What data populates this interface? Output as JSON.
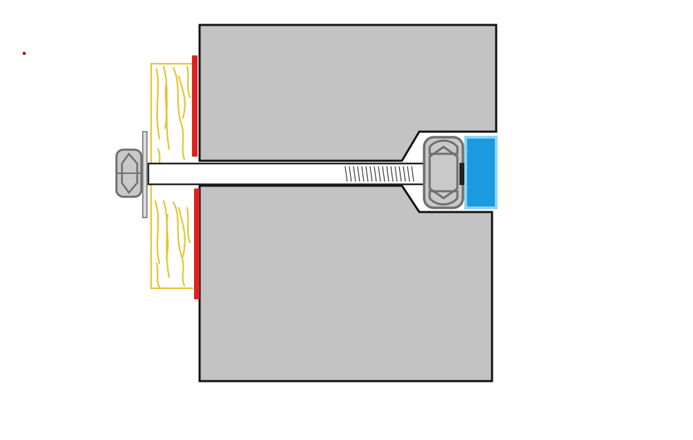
{
  "diagram": {
    "description": "",
    "labels": []
  },
  "colors": {
    "background": "#ffffff",
    "concrete": "#c3c3c3",
    "outline": "#111111",
    "wood": "#ffffff",
    "wood_grain": "#e8c22e",
    "gasket": "#dd2222",
    "washer": "#8a8a8a",
    "nut_outline": "#6e6e6e",
    "nut_fill": "#c9c9c9",
    "rod_fill": "#ffffff",
    "rod_outline": "#222222",
    "thread": "#333333",
    "block_fill": "#1a9be0",
    "block_edge": "#8fd3f4",
    "dot": "#cc0000"
  },
  "parts": [
    {
      "id": "concrete-block",
      "icon": "concrete-block-shape"
    },
    {
      "id": "wood-plank",
      "icon": "wood-plank-shape"
    },
    {
      "id": "gasket",
      "icon": "red-gasket-strip"
    },
    {
      "id": "threaded-rod",
      "icon": "rod-shape"
    },
    {
      "id": "washer",
      "icon": "washer-shape"
    },
    {
      "id": "hex-nut-left",
      "icon": "hex-nut-icon"
    },
    {
      "id": "hex-nut-right",
      "icon": "hex-nut-icon"
    },
    {
      "id": "anchor-block",
      "icon": "blue-block-shape"
    }
  ]
}
